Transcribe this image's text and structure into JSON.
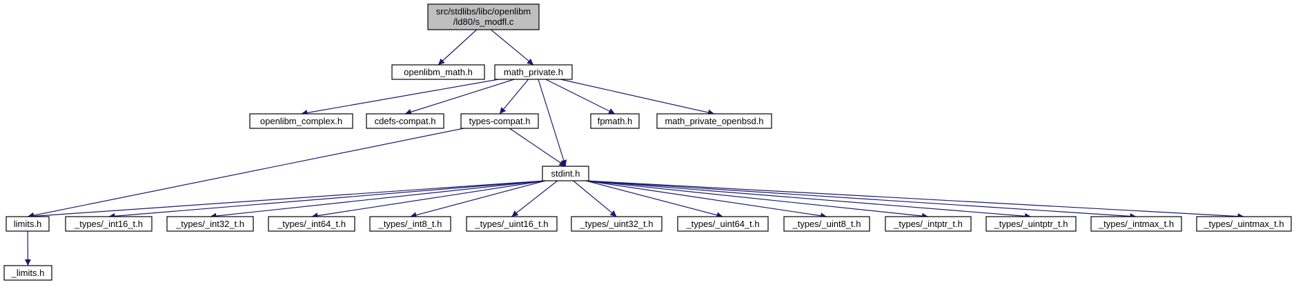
{
  "diagram": {
    "edge_color": "#191970",
    "root_fill": "#bfbfbf",
    "nodes": {
      "root": {
        "lines": [
          "src/stdlibs/libc/openlibm",
          "/ld80/s_modfl.c"
        ]
      },
      "openlibm_math": {
        "label": "openlibm_math.h"
      },
      "math_private": {
        "label": "math_private.h"
      },
      "openlibm_complex": {
        "label": "openlibm_complex.h"
      },
      "cdefs_compat": {
        "label": "cdefs-compat.h"
      },
      "types_compat": {
        "label": "types-compat.h"
      },
      "fpmath": {
        "label": "fpmath.h"
      },
      "math_private_openbsd": {
        "label": "math_private_openbsd.h"
      },
      "stdint": {
        "label": "stdint.h"
      },
      "limits": {
        "label": "limits.h"
      },
      "int16": {
        "label": "_types/_int16_t.h"
      },
      "int32": {
        "label": "_types/_int32_t.h"
      },
      "int64": {
        "label": "_types/_int64_t.h"
      },
      "int8": {
        "label": "_types/_int8_t.h"
      },
      "uint16": {
        "label": "_types/_uint16_t.h"
      },
      "uint32": {
        "label": "_types/_uint32_t.h"
      },
      "uint64": {
        "label": "_types/_uint64_t.h"
      },
      "uint8": {
        "label": "_types/_uint8_t.h"
      },
      "intptr": {
        "label": "_types/_intptr_t.h"
      },
      "uintptr": {
        "label": "_types/_uintptr_t.h"
      },
      "intmax": {
        "label": "_types/_intmax_t.h"
      },
      "uintmax": {
        "label": "_types/_uintmax_t.h"
      },
      "_limits": {
        "label": "_limits.h"
      }
    },
    "edges": [
      [
        "root",
        "openlibm_math"
      ],
      [
        "root",
        "math_private"
      ],
      [
        "math_private",
        "openlibm_complex"
      ],
      [
        "math_private",
        "cdefs_compat"
      ],
      [
        "math_private",
        "types_compat"
      ],
      [
        "math_private",
        "fpmath"
      ],
      [
        "math_private",
        "math_private_openbsd"
      ],
      [
        "math_private",
        "stdint"
      ],
      [
        "types_compat",
        "limits"
      ],
      [
        "types_compat",
        "stdint"
      ],
      [
        "stdint",
        "limits"
      ],
      [
        "stdint",
        "int16"
      ],
      [
        "stdint",
        "int32"
      ],
      [
        "stdint",
        "int64"
      ],
      [
        "stdint",
        "int8"
      ],
      [
        "stdint",
        "uint16"
      ],
      [
        "stdint",
        "uint32"
      ],
      [
        "stdint",
        "uint64"
      ],
      [
        "stdint",
        "uint8"
      ],
      [
        "stdint",
        "intptr"
      ],
      [
        "stdint",
        "uintptr"
      ],
      [
        "stdint",
        "intmax"
      ],
      [
        "stdint",
        "uintmax"
      ],
      [
        "limits",
        "_limits"
      ]
    ]
  }
}
